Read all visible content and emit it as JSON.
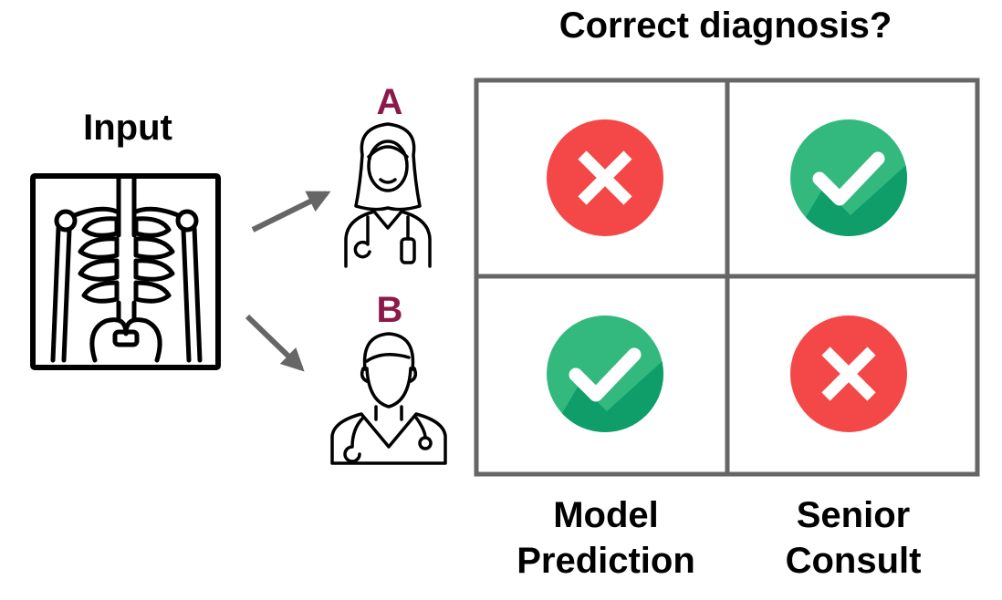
{
  "title": "Correct diagnosis?",
  "input_label": "Input",
  "doctors": [
    {
      "label": "A",
      "icon": "female-doctor-icon"
    },
    {
      "label": "B",
      "icon": "male-doctor-icon"
    }
  ],
  "columns": [
    {
      "line1": "Model",
      "line2": "Prediction"
    },
    {
      "line1": "Senior",
      "line2": "Consult"
    }
  ],
  "grid": [
    [
      "incorrect",
      "correct"
    ],
    [
      "correct",
      "incorrect"
    ]
  ],
  "colors": {
    "doctor_label": "#8b1a4a",
    "grid_border": "#666666",
    "arrow": "#666666",
    "correct": "#33b97e",
    "correct_shadow": "#0f9e6a",
    "incorrect": "#f44848"
  },
  "icons": {
    "xray": "chest-xray-icon",
    "check": "check-icon",
    "cross": "cross-icon"
  }
}
